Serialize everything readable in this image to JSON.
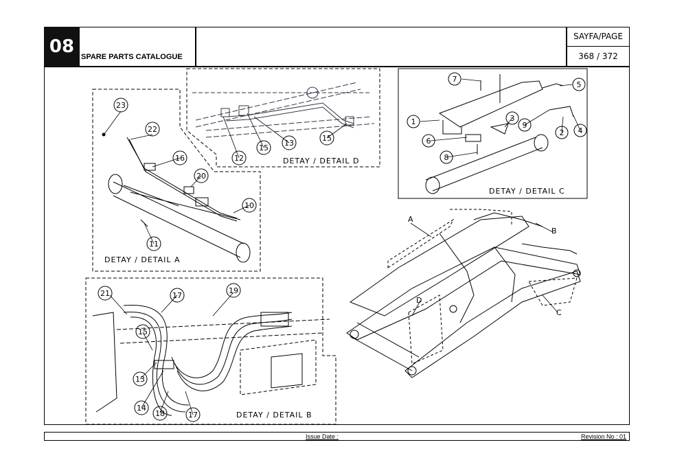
{
  "header": {
    "section_number": "08",
    "title": "SPARE PARTS CATALOGUE",
    "page_label": "SAYFA/PAGE",
    "page_number": "368 / 372"
  },
  "details": {
    "a": "DETAY / DETAIL A",
    "b": "DETAY / DETAIL B",
    "c": "DETAY / DETAIL C",
    "d": "DETAY / DETAIL D"
  },
  "callouts": {
    "n1": "1",
    "n2": "2",
    "n3": "3",
    "n4": "4",
    "n5": "5",
    "n6": "6",
    "n7": "7",
    "n8": "8",
    "n9": "9",
    "n10": "10",
    "n11": "11",
    "n12": "12",
    "n13": "13",
    "n14": "14",
    "n15": "15",
    "n16": "16",
    "n17": "17",
    "n18": "18",
    "n19": "19",
    "n20": "20",
    "n21": "21",
    "n22": "22",
    "n23": "23"
  },
  "assembly_labels": {
    "a": "A",
    "b": "B",
    "c": "C",
    "d": "D"
  },
  "footer": {
    "issue_date": "Issue Date :",
    "revision": "Revision No : 01"
  }
}
